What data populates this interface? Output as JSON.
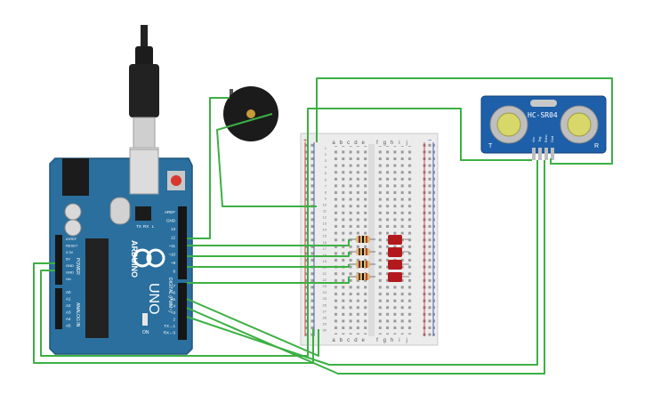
{
  "board": {
    "brand": "ARDUINO",
    "model": "UNO",
    "digital_header": "DIGITAL (PWM~)",
    "top_pins": [
      "AREF",
      "GND",
      "13",
      "12",
      "~11",
      "~10",
      "~9",
      "8"
    ],
    "bottom_pins": [
      "7",
      "~6",
      "~5",
      "4",
      "~3",
      "2",
      "TX→1",
      "RX←0"
    ],
    "power_header": "POWER",
    "power_pins": [
      "IOREF",
      "RESET",
      "3.3V",
      "5V",
      "GND",
      "GND",
      "Vin"
    ],
    "analog_header": "ANALOG IN",
    "analog_pins": [
      "A0",
      "A1",
      "A2",
      "A3",
      "A4",
      "A5"
    ],
    "led_labels": [
      "TX",
      "RX",
      "L"
    ],
    "on_label": "ON"
  },
  "sensor": {
    "model": "HC-SR04",
    "pins": [
      "Vcc",
      "Trig",
      "Echo",
      "Gnd"
    ],
    "left_mark": "T",
    "right_mark": "R"
  },
  "breadboard": {
    "columns_left": [
      "a",
      "b",
      "c",
      "d",
      "e"
    ],
    "columns_right": [
      "f",
      "g",
      "h",
      "i",
      "j"
    ],
    "rows": 30,
    "rail_plus": "+",
    "rail_minus": "−"
  },
  "colors": {
    "wire": "#3cb043",
    "board": "#2a6f9e",
    "sensor": "#1d5fa8",
    "led": "#b3191c",
    "breadboard": "#ececec"
  }
}
